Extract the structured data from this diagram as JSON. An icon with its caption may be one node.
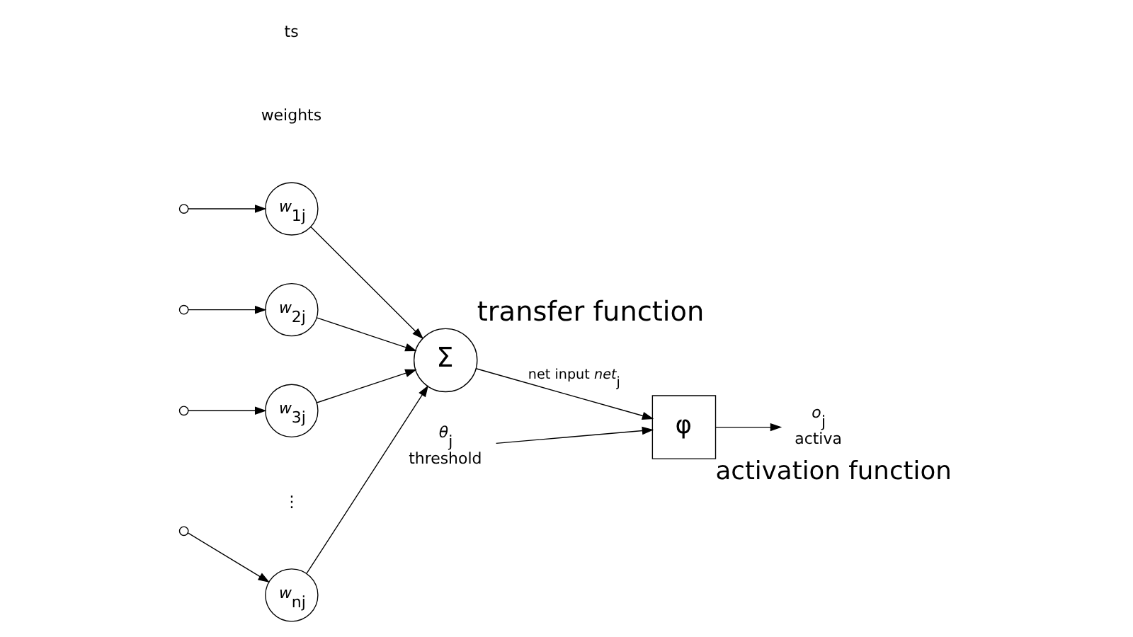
{
  "diagram": {
    "nodes": [
      {
        "text": [],
        "shape": "circle"
      },
      {
        "text": [],
        "shape": "circle"
      },
      {
        "text": [],
        "shape": "circle"
      },
      {
        "text": [],
        "shape": "circle"
      },
      {
        "text": [
          "*w*$_{1j}$"
        ]
      },
      {
        "text": [
          "*w*$_{2j}$"
        ]
      },
      {
        "text": [
          "*w*$_{3j}$"
        ]
      },
      {
        "text": [
          "*w*$_{nj}$"
        ]
      },
      {
        "text": [
          "Σ"
        ],
        "beside": [
          "transfer function"
        ]
      },
      {
        "text": [
          "φ"
        ],
        "beside": [
          "activation function"
        ]
      },
      {
        "text": [
          "*o*$_{j}$"
        ],
        "beside": [
          "activa"
        ]
      },
      {
        "text": [
          "*θ*$_{j}$"
        ],
        "beside": [
          "threshold"
        ]
      }
    ],
    "edges": [
      {
        "from": 0,
        "to": 4,
        "arrow": "to"
      },
      {
        "from": 1,
        "to": 5,
        "arrow": "to"
      },
      {
        "from": 2,
        "to": 6,
        "arrow": "to"
      },
      {
        "from": 3,
        "to": 7,
        "arrow": "to"
      },
      {
        "from": 4,
        "to": 8,
        "arrow": "to"
      },
      {
        "from": 5,
        "to": 8,
        "arrow": "to"
      },
      {
        "from": 6,
        "to": 8,
        "arrow": "to"
      },
      {
        "from": 7,
        "to": 8,
        "arrow": "to"
      },
      {
        "from": 8,
        "to": 9,
        "arrow": "to",
        "label": "net input *net*$_{j}$"
      },
      {
        "from": 9,
        "to": 10,
        "arrow": "to"
      },
      {
        "from": 11,
        "to": 9,
        "arrow": "to"
      }
    ],
    "labels": [
      "ts",
      "weights",
      "⋮"
    ]
  }
}
